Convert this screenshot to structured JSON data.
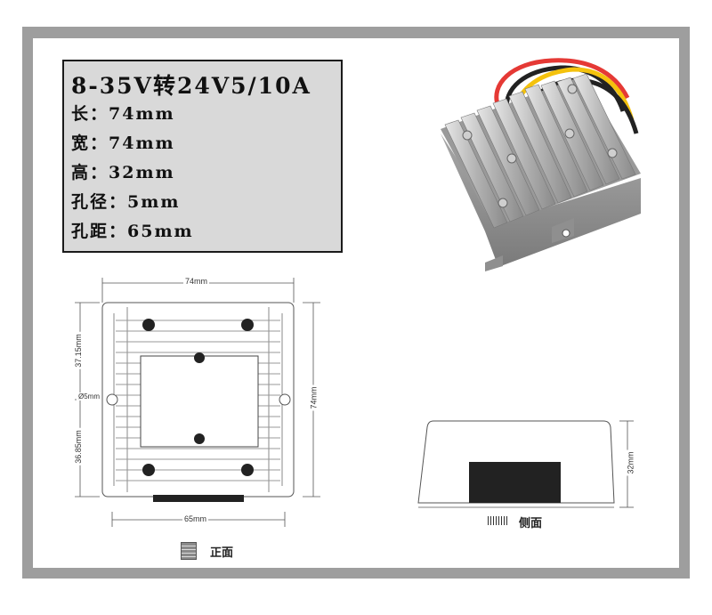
{
  "specs": {
    "title": "8-35V转24V5/10A",
    "length": "长：74mm",
    "width": "宽：74mm",
    "height": "高：32mm",
    "hole_diameter": "孔径：5mm",
    "hole_spacing": "孔距：65mm"
  },
  "front_view": {
    "width_label": "74mm",
    "height_label": "74mm",
    "upper_label": "37.15mm",
    "lower_label": "36.85mm",
    "hole_label": "Ø5mm",
    "spacing_label": "65mm",
    "caption": "正面"
  },
  "side_view": {
    "height_label": "32mm",
    "caption": "侧面"
  },
  "colors": {
    "frame": "#9e9e9e",
    "spec_box": "#d9d9d9",
    "wire_red": "#e53935",
    "wire_yellow": "#f4c20d",
    "wire_black": "#222222"
  }
}
